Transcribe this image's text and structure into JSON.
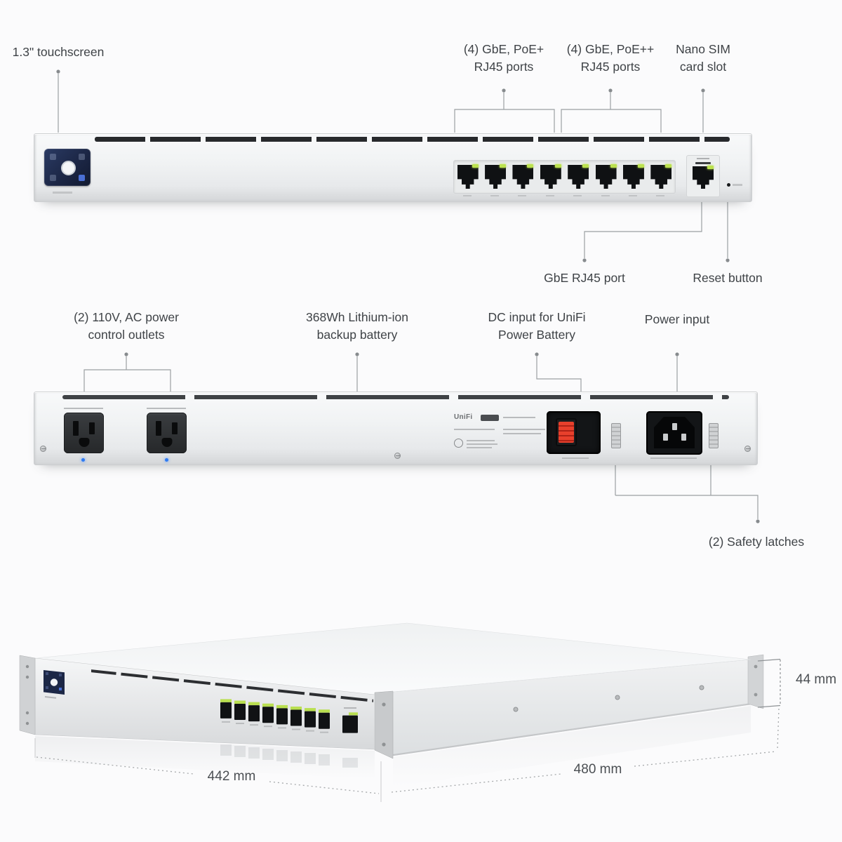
{
  "callouts": {
    "touchscreen": "1.3\" touchscreen",
    "poe_plus_line1": "(4) GbE, PoE+",
    "poe_plus_line2": "RJ45 ports",
    "poe_plusplus_line1": "(4) GbE, PoE++",
    "poe_plusplus_line2": "RJ45 ports",
    "nano_sim_line1": "Nano SIM",
    "nano_sim_line2": "card slot",
    "gbe_port": "GbE RJ45 port",
    "reset_button": "Reset button",
    "ac_outlets_line1": "(2) 110V, AC power",
    "ac_outlets_line2": "control outlets",
    "battery_line1": "368Wh Lithium-ion",
    "battery_line2": "backup battery",
    "dc_input_line1": "DC input for UniFi",
    "dc_input_line2": "Power Battery",
    "power_input": "Power input",
    "safety_latches": "(2) Safety latches"
  },
  "dimensions": {
    "width": "442 mm",
    "depth": "480 mm",
    "height": "44 mm"
  },
  "back_label": {
    "brand": "UniFi"
  },
  "device": {
    "poe_port_count": 8,
    "wan_port_count": 1,
    "outlet_count": 2,
    "latch_count": 2
  },
  "colors": {
    "led_green": "#bce24f",
    "led_blue": "#2f7bf2",
    "rocker_red": "#e8402c",
    "chassis_silver": "#eef0f1",
    "screen_navy": "#1c2746",
    "callout_line": "#9ba0a3",
    "label_text": "#3f4347"
  }
}
